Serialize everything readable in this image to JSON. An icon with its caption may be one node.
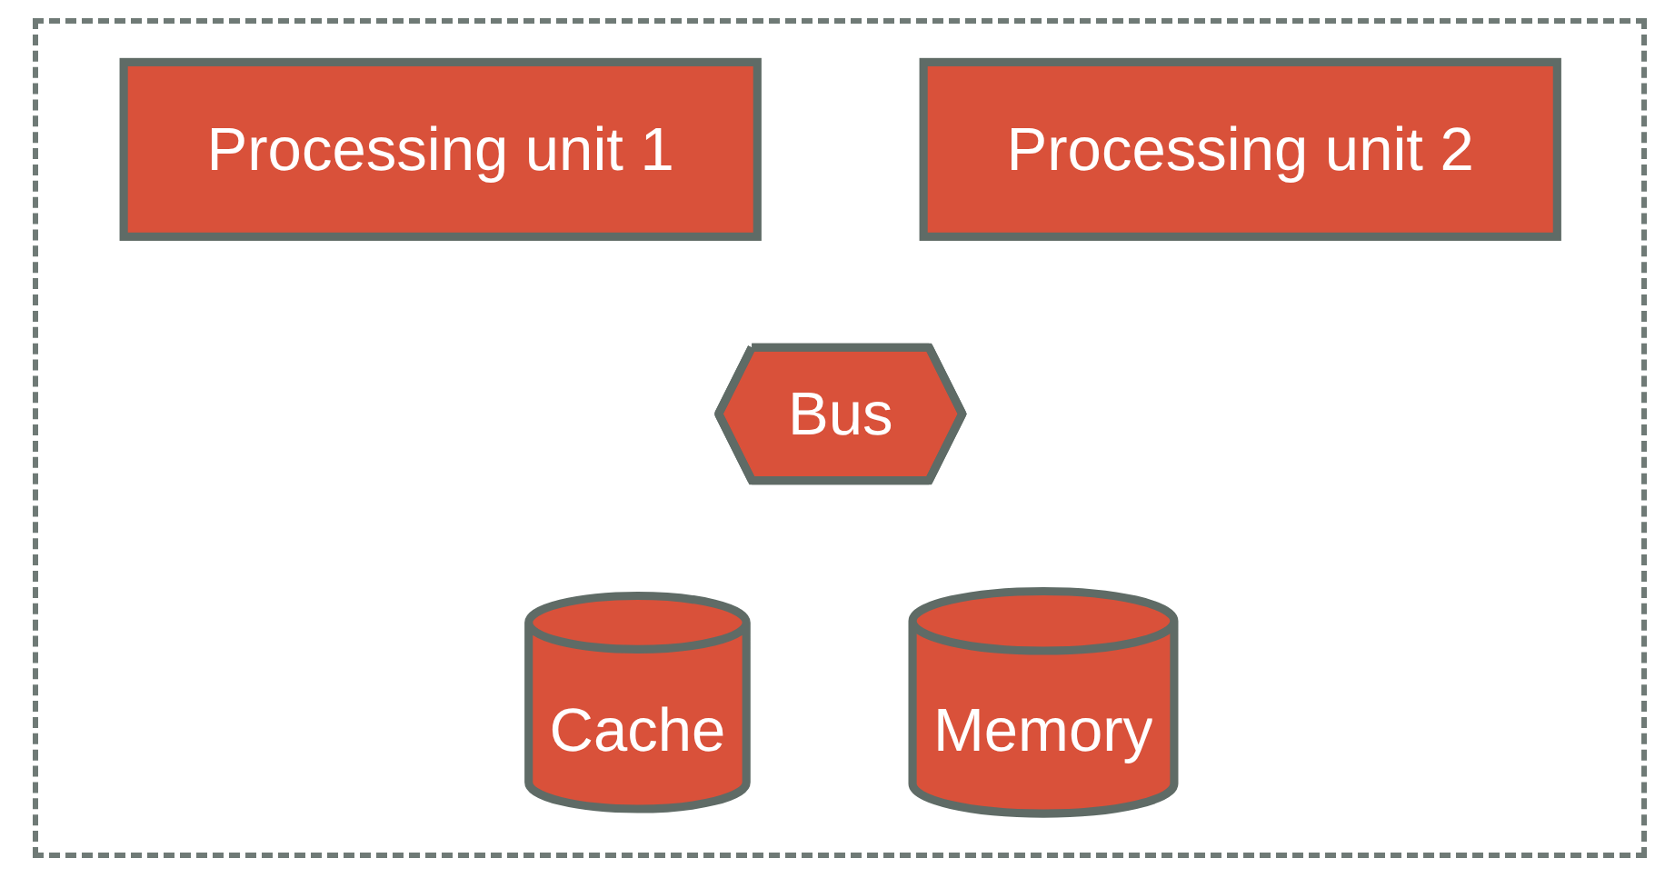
{
  "diagram": {
    "nodes": [
      {
        "text": [
          "Processing unit 1"
        ]
      },
      {
        "text": [
          "Processing unit 2"
        ]
      },
      {
        "text": [
          "Bus"
        ]
      },
      {
        "text": [
          "Cache"
        ]
      },
      {
        "text": [
          "Memory"
        ]
      }
    ],
    "edges": []
  }
}
